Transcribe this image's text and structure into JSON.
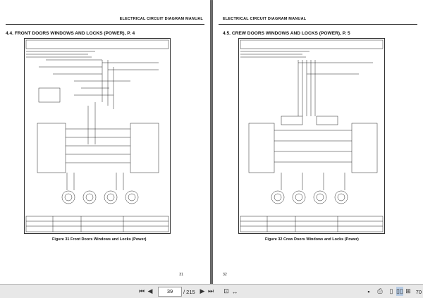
{
  "left_page": {
    "header": "ELECTRICAL CIRCUIT DIAGRAM MANUAL",
    "section_title": "4.4.  FRONT DOORS WINDOWS AND LOCKS (POWER), P. 4",
    "caption": "Figure 31    Front Doors Windows and Locks (Power)",
    "page_number": "31"
  },
  "right_page": {
    "header": "ELECTRICAL CIRCUIT DIAGRAM MANUAL",
    "section_title": "4.5.  CREW DOORS WINDOWS AND LOCKS (POWER), P. 5",
    "caption": "Figure 32    Crew Doors Windows and Locks (Power)",
    "page_number": "32"
  },
  "toolbar": {
    "current_page": "39",
    "total_pages": "/ 215",
    "zoom": "70",
    "icons": [
      "first-page-icon",
      "previous-page-icon",
      "next-page-icon",
      "last-page-icon",
      "fit-page-icon",
      "fit-width-icon",
      "save-icon",
      "print-icon",
      "single-page-view-icon",
      "two-page-view-icon",
      "grid-view-icon"
    ]
  }
}
